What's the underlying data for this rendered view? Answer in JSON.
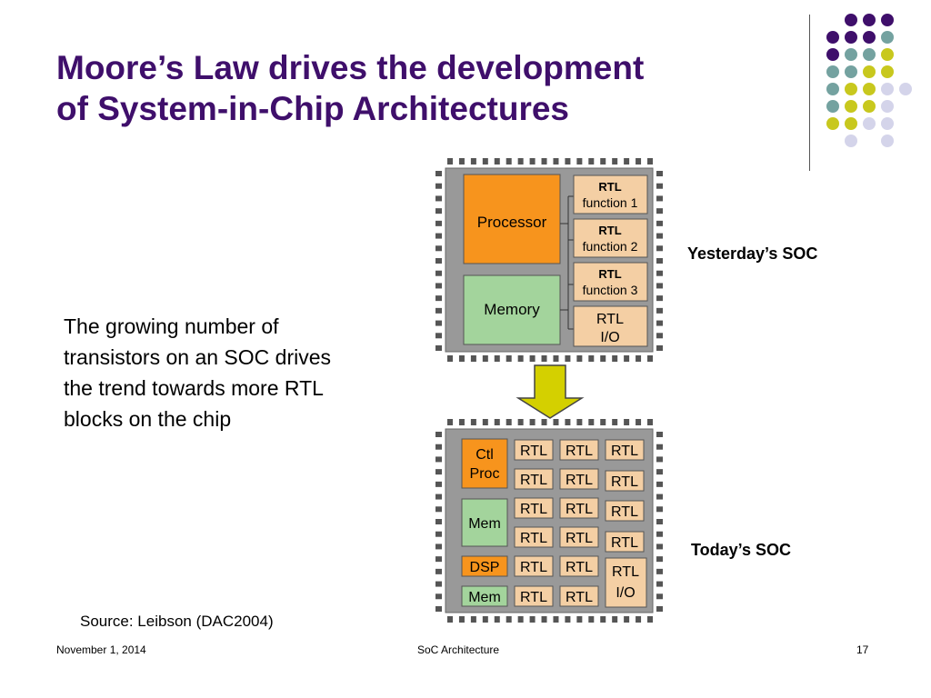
{
  "title": {
    "line1": "Moore’s Law drives the development",
    "line2": "of System-in-Chip Architectures"
  },
  "body": {
    "lines": [
      "The growing number of",
      "transistors on an SOC drives",
      "the trend towards more RTL",
      "blocks on the chip"
    ]
  },
  "source": "Source: Leibson (DAC2004)",
  "footer": {
    "date": "November 1, 2014",
    "center": "SoC Architecture",
    "page": "17"
  },
  "colors": {
    "title": "#3f0f6b",
    "purple": "#3f0f6b",
    "teal": "#74a2a0",
    "yellow": "#c8c81e",
    "lavender": "#d4d4ea",
    "processor": "#f7941d",
    "memory": "#a3d49c",
    "rtl": "#f4cfa4",
    "chip": "#999999",
    "arrow": "#d4d000"
  },
  "yesterday": {
    "label": "Yesterday’s SOC",
    "processor": "Processor",
    "memory": "Memory",
    "rtl_blocks": [
      {
        "top": "RTL",
        "bottom": "function 1"
      },
      {
        "top": "RTL",
        "bottom": "function 2"
      },
      {
        "top": "RTL",
        "bottom": "function 3"
      }
    ],
    "rtl_io": {
      "top": "RTL",
      "bottom": "I/O"
    }
  },
  "today": {
    "label": "Today’s SOC",
    "ctl_proc": {
      "top": "Ctl",
      "bottom": "Proc"
    },
    "mem1": "Mem",
    "dsp": "DSP",
    "mem2": "Mem",
    "rtl": "RTL",
    "rtl_io": {
      "top": "RTL",
      "bottom": "I/O"
    }
  }
}
